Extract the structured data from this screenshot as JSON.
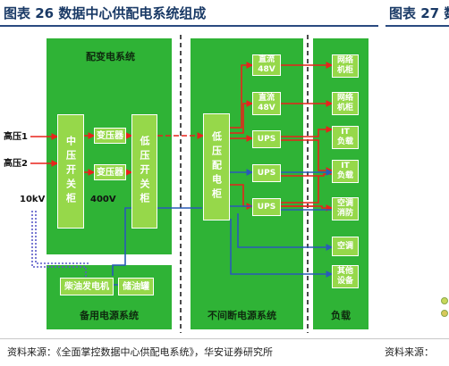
{
  "header": {
    "title": "图表 26  数据中心供配电系统组成",
    "next_title": "图表 27 数"
  },
  "diagram": {
    "panels": {
      "substation": "配变电系统",
      "backup": "备用电源系统",
      "ups_system": "不间断电源系统",
      "load": "负载"
    },
    "inputs": {
      "high_voltage_1": "高压1",
      "high_voltage_2": "高压2",
      "kv10": "10kV",
      "v400": "400V"
    },
    "boxes": {
      "mv_switchgear": "中压开关柜",
      "transformer_1": "变压器",
      "transformer_2": "变压器",
      "lv_switchgear": "低压开关柜",
      "lv_distribution": "低压配电柜",
      "diesel_generator": "柴油发电机",
      "oil_tank": "储油罐",
      "dc48_1": "直流\n48V",
      "dc48_2": "直流\n48V",
      "ups_1": "UPS",
      "ups_2": "UPS",
      "ups_3": "UPS",
      "network_cabinet_1": "网络\n机柜",
      "network_cabinet_2": "网络\n机柜",
      "it_load_1": "IT\n负载",
      "it_load_2": "IT\n负载",
      "hvac_fire": "空调\n消防",
      "air_conditioner": "空调",
      "other_equipment": "其他\n设备"
    },
    "colors": {
      "panel": "#2fb336",
      "box": "#96d84a",
      "red_line": "#e8231b",
      "blue_line": "#2a5bb8",
      "dotted_line": "#5a5ac8"
    }
  },
  "footer": {
    "source": "资料来源：《全面掌控数据中心供配电系统》，华安证券研究所",
    "next_source": "资料来源："
  }
}
